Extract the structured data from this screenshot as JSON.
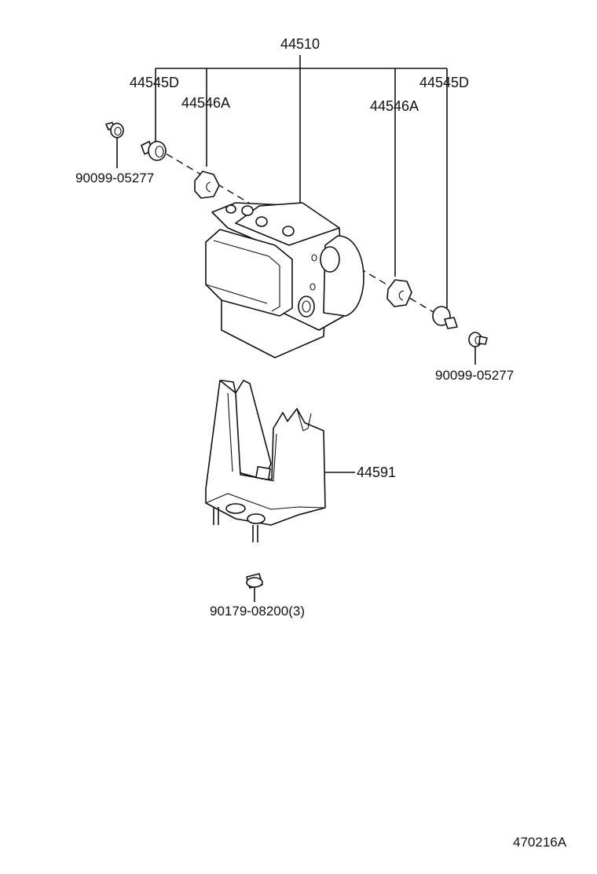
{
  "labels": {
    "assembly": "44510",
    "bracket_cushion_left": "44545D",
    "bracket_cushion_right": "44545D",
    "cushion_left": "44546A",
    "cushion_right": "44546A",
    "bolt_left": "90099-05277",
    "bolt_right": "90099-05277",
    "bracket": "44591",
    "mount_bolt": "90179-08200(3)"
  },
  "figure_id": "470216A"
}
